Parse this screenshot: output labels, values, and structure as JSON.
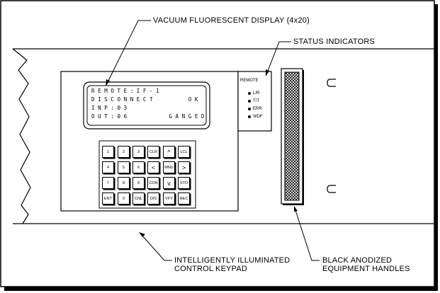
{
  "callouts": {
    "display": "VACUUM FLUORESCENT DISPLAY (4x20)",
    "status": "STATUS INDICATORS",
    "keypad": [
      "INTELLIGENTLY ILLUMINATED",
      "CONTROL KEYPAD"
    ],
    "handles": [
      "BLACK ANODIZED",
      "EQUIPMENT HANDLES"
    ]
  },
  "display_lines": [
    "REMOTE:IF-1",
    "DISCONNECT     OK",
    "INP:03",
    "OUT:06      GANGED"
  ],
  "status_panel": {
    "title": "REMOTE",
    "indicators": [
      "L/R",
      "T/T",
      "ERR",
      "WDF"
    ]
  },
  "keypad": {
    "rows": [
      [
        "1",
        "2",
        "3",
        "CLR",
        "^",
        "LCL"
      ],
      [
        "4",
        "5",
        "6",
        "<",
        "MNU",
        ">"
      ],
      [
        "7",
        "8",
        "9",
        "CON",
        "v",
        "STO"
      ],
      [
        "ENT",
        "0",
        "CNL",
        "DIS",
        "VFY",
        "REC"
      ]
    ]
  }
}
